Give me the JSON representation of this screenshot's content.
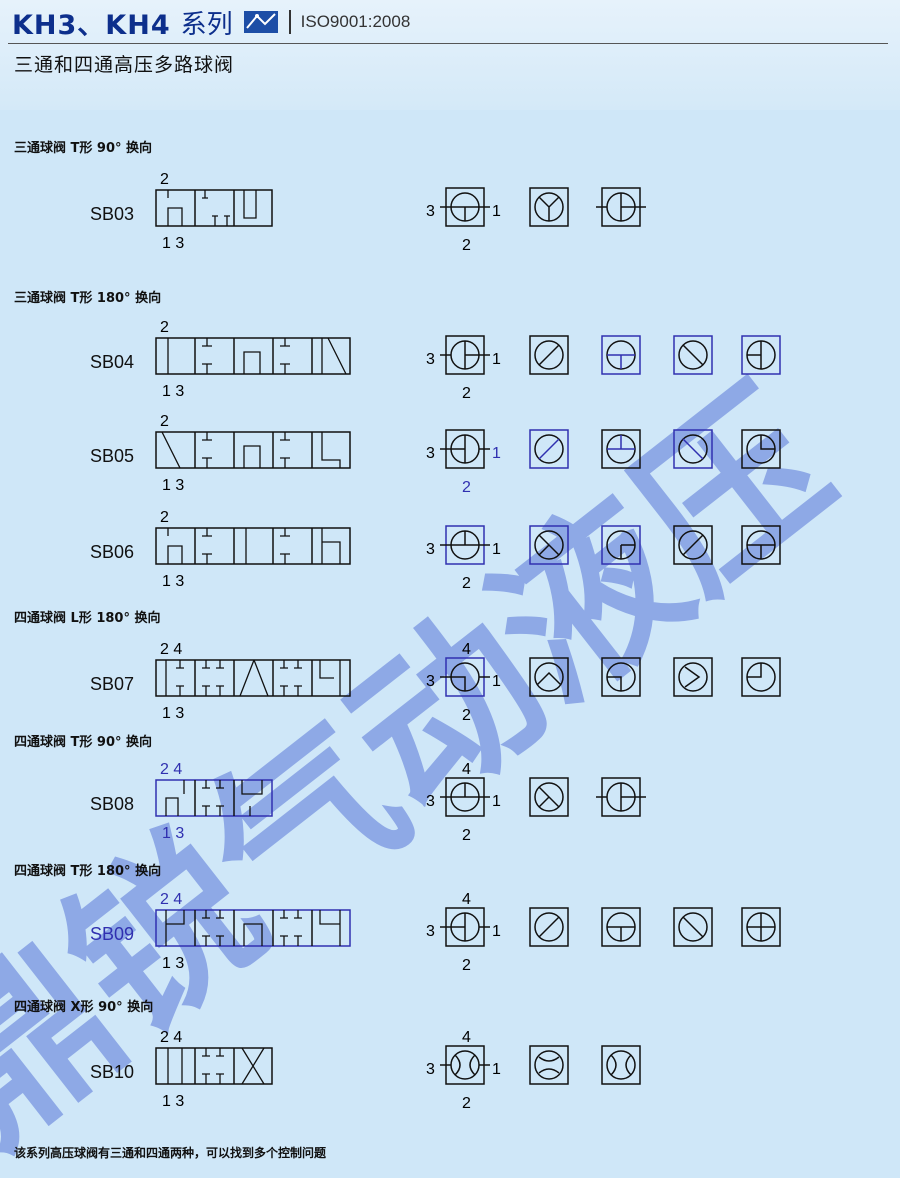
{
  "header": {
    "title": "KH3、KH4",
    "title_suffix": "系列",
    "iso_text": "ISO9001:2008",
    "subtitle": "三通和四通高压多路球阀"
  },
  "watermark": {
    "text": "鼎锐气动液压",
    "color": "#5a78d8"
  },
  "sections": [
    {
      "heading": "三通球阀 T形  90° 换向"
    },
    {
      "heading": "三通球阀 T形  180° 换向"
    },
    {
      "heading": "四通球阀 L形  180° 换向"
    },
    {
      "heading": "四通球阀 T形  90° 换向"
    },
    {
      "heading": "四通球阀 T形  180° 换向"
    },
    {
      "heading": "四通球阀 X形  90° 换向"
    }
  ],
  "valves": [
    {
      "code": "SB03",
      "top_port_label": "2",
      "bottom_port_label": "1 3",
      "left_port": "3",
      "right_port": "1",
      "bottom_port": "2",
      "top_port": ""
    },
    {
      "code": "SB04",
      "top_port_label": "2",
      "bottom_port_label": "1 3",
      "left_port": "3",
      "right_port": "1",
      "bottom_port": "2",
      "top_port": ""
    },
    {
      "code": "SB05",
      "top_port_label": "2",
      "bottom_port_label": "1 3",
      "left_port": "3",
      "right_port": "1",
      "bottom_port": "2",
      "top_port": ""
    },
    {
      "code": "SB06",
      "top_port_label": "2",
      "bottom_port_label": "1 3",
      "left_port": "3",
      "right_port": "1",
      "bottom_port": "2",
      "top_port": ""
    },
    {
      "code": "SB07",
      "top_port_label": "2 4",
      "bottom_port_label": "1 3",
      "left_port": "3",
      "right_port": "1",
      "bottom_port": "2",
      "top_port": "4"
    },
    {
      "code": "SB08",
      "top_port_label": "2 4",
      "bottom_port_label": "1 3",
      "left_port": "3",
      "right_port": "1",
      "bottom_port": "2",
      "top_port": "4"
    },
    {
      "code": "SB09",
      "top_port_label": "2 4",
      "bottom_port_label": "1 3",
      "left_port": "3",
      "right_port": "1",
      "bottom_port": "2",
      "top_port": "4"
    },
    {
      "code": "SB10",
      "top_port_label": "2 4",
      "bottom_port_label": "1 3",
      "left_port": "3",
      "right_port": "1",
      "bottom_port": "2",
      "top_port": "4"
    }
  ],
  "footer": {
    "note": "该系列高压球阀有三通和四通两种，可以找到多个控制问题"
  },
  "colors": {
    "title": "#0d2f8c",
    "background": "#cfe7f8",
    "highlight": "#3030b0"
  }
}
